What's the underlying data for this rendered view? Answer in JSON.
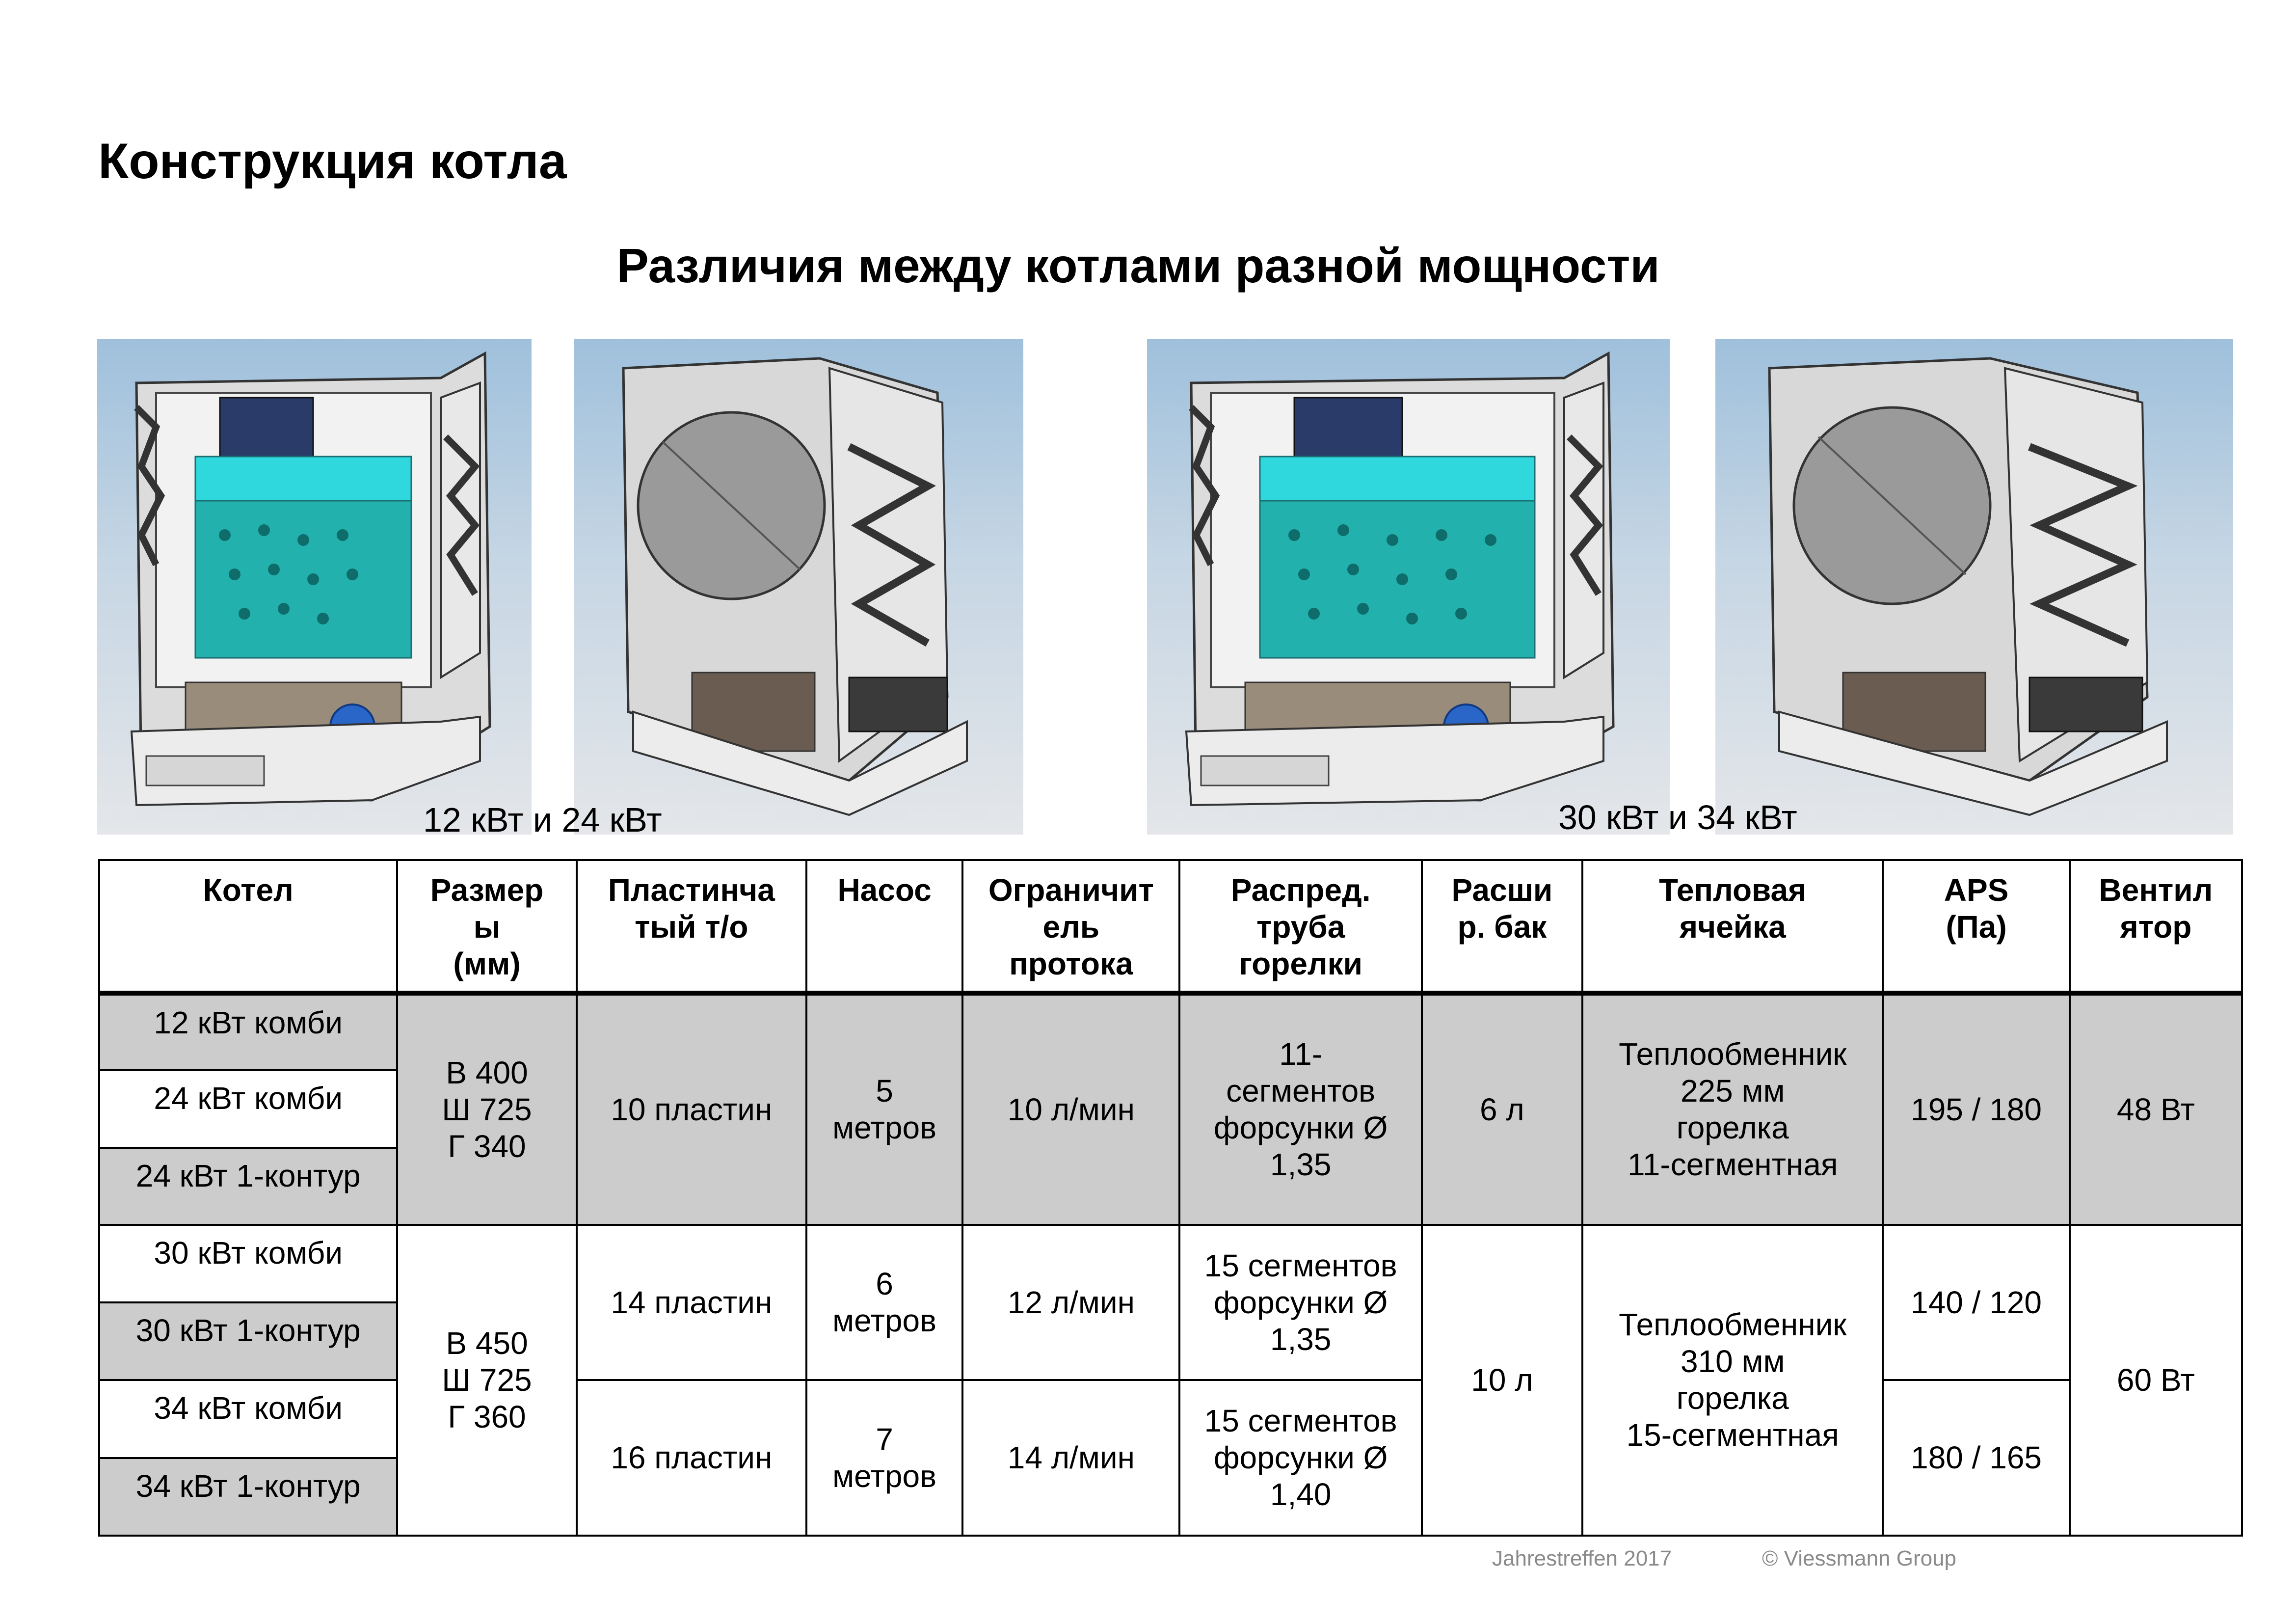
{
  "header": {
    "title": "Конструкция котла",
    "subtitle": "Различия между котлами разной мощности"
  },
  "images": [
    {
      "name": "boiler-front-12-24-image",
      "alt": "котел 12/24 кВт вид спереди"
    },
    {
      "name": "boiler-back-12-24-image",
      "alt": "котел 12/24 кВт вид сзади"
    },
    {
      "name": "boiler-front-30-34-image",
      "alt": "котел 30/34 кВт вид спереди"
    },
    {
      "name": "boiler-back-30-34-image",
      "alt": "котел 30/34 кВт вид сзади"
    }
  ],
  "captions": {
    "small": "12 кВт и 24 кВт",
    "large": "30 кВт и 34 кВт"
  },
  "table": {
    "headers": [
      "Котел",
      "Размер\nы\n(мм)",
      "Пластинча\nтый т/о",
      "Насос",
      "Ограничит\nель\nпротока",
      "Распред.\nтруба\nгорелки",
      "Расши\nр. бак",
      "Тепловая\nячейка",
      "APS\n(Па)",
      "Вентил\nятор"
    ],
    "models": [
      "12 кВт комби",
      "24 кВт комби",
      "24 кВт 1-контур",
      "30 кВт комби",
      "30 кВт 1-контур",
      "34 кВт комби",
      "34 кВт 1-контур"
    ],
    "group1": {
      "dimensions": "В 400\nШ 725\nГ 340",
      "plate_hx": "10 пластин",
      "pump": "5\nметров",
      "flow_limiter": "10 л/мин",
      "burner_pipe": "11-\nсегментов\nфорсунки Ø\n1,35",
      "exp_tank": "6 л",
      "heat_cell": "Теплообменник\n225 мм\nгорелка\n11-сегментная",
      "aps": "195 / 180",
      "fan": "48 Вт"
    },
    "group2": {
      "dimensions": "В 450\nШ 725\nГ 360",
      "plate_hx_30": "14 пластин",
      "pump_30": "6\nметров",
      "flow_limiter_30": "12 л/мин",
      "burner_pipe_30": "15 сегментов\nфорсунки Ø\n1,35",
      "plate_hx_34": "16 пластин",
      "pump_34": "7\nметров",
      "flow_limiter_34": "14 л/мин",
      "burner_pipe_34": "15 сегментов\nфорсунки Ø\n1,40",
      "exp_tank": "10 л",
      "heat_cell": "Теплообменник\n310 мм\nгорелка\n15-сегментная",
      "aps_30": "140 / 120",
      "aps_34": "180 / 165",
      "fan": "60 Вт"
    }
  },
  "footer": {
    "event": "Jahrestreffen 2017",
    "copyright": "© Viessmann Group"
  }
}
